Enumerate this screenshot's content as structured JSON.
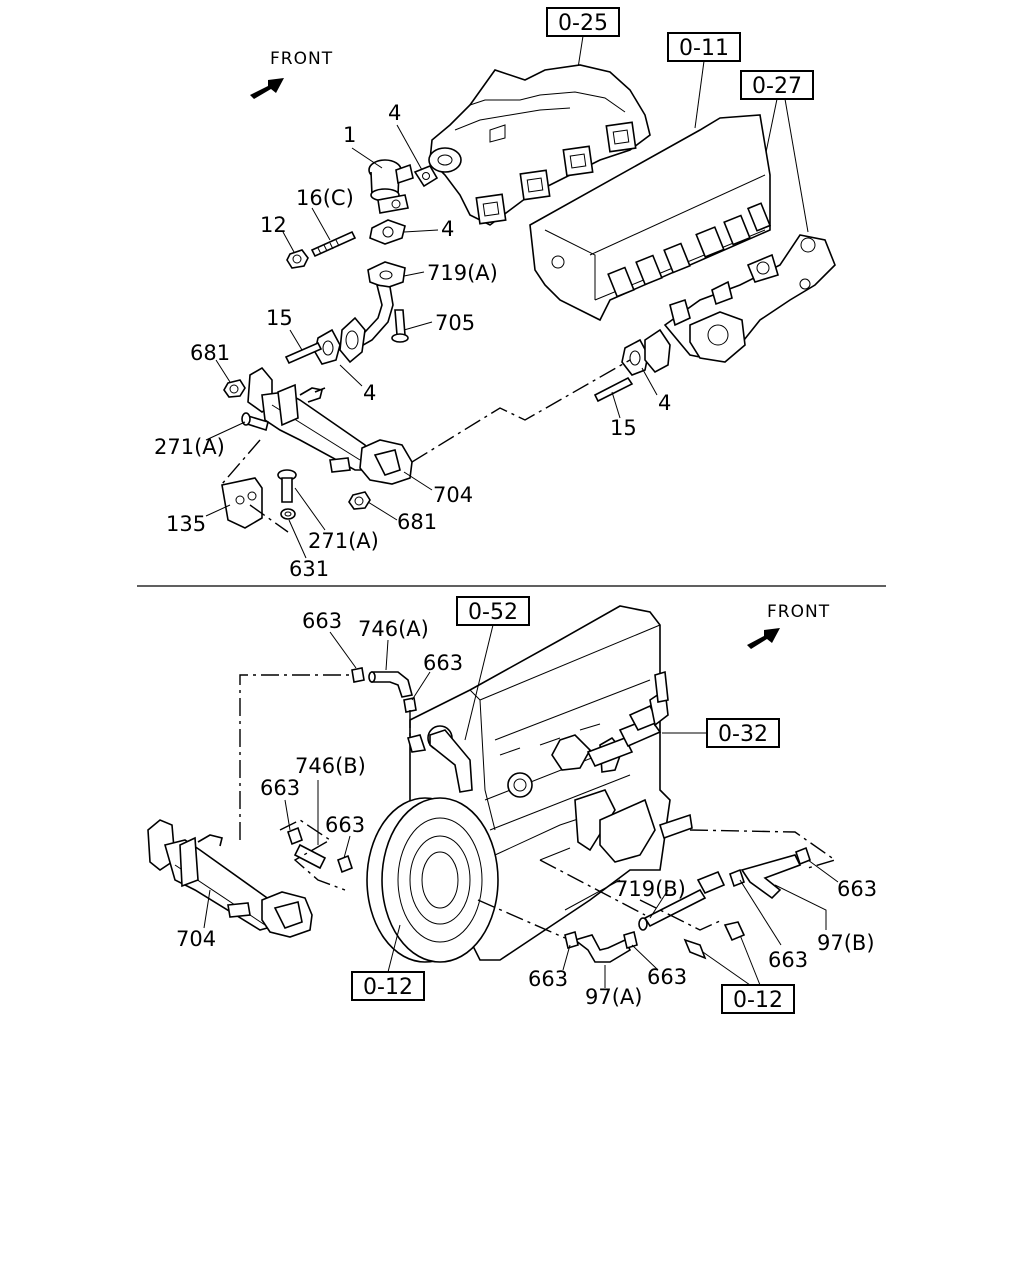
{
  "top_section": {
    "front_label": "FRONT",
    "ref_boxes": [
      "0-25",
      "0-11",
      "0-27"
    ],
    "callouts": {
      "c1": "1",
      "c4a": "4",
      "c16c": "16(C)",
      "c12": "12",
      "c4b": "4",
      "c719a": "719(A)",
      "c15a": "15",
      "c705": "705",
      "c681a": "681",
      "c4c": "4",
      "c4d": "4",
      "c15b": "15",
      "c271a": "271(A)",
      "c704": "704",
      "c135": "135",
      "c681b": "681",
      "c271b": "271(A)",
      "c631": "631"
    }
  },
  "bottom_section": {
    "front_label": "FRONT",
    "ref_boxes": [
      "0-52",
      "0-32",
      "0-12",
      "0-12"
    ],
    "callouts": {
      "c663a": "663",
      "c746a": "746(A)",
      "c663b": "663",
      "c746b": "746(B)",
      "c663c": "663",
      "c663d": "663",
      "c704": "704",
      "c719b": "719(B)",
      "c663e": "663",
      "c97b": "97(B)",
      "c663f": "663",
      "c663g": "663",
      "c663h": "663",
      "c97a": "97(A)"
    }
  }
}
